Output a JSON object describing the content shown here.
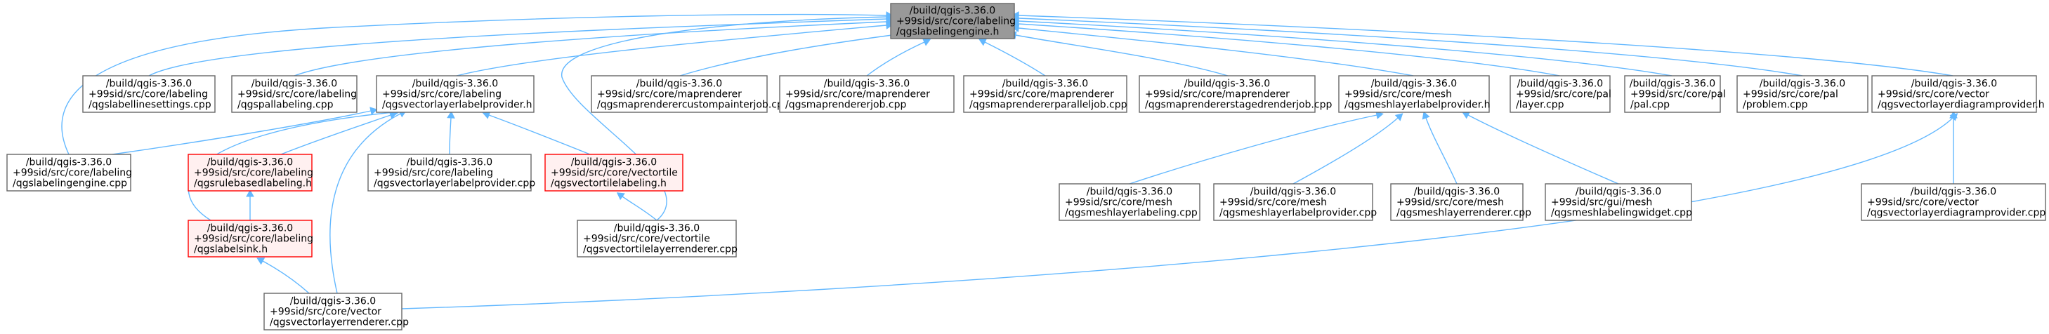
{
  "colors": {
    "root_fill": "#999999",
    "root_border": "#666666",
    "normal_fill": "#ffffff",
    "normal_border": "#666666",
    "highlight_fill": "#fff0f0",
    "highlight_border": "#ff0000",
    "edge": "#63b8ff"
  },
  "nodes": [
    {
      "id": "root",
      "kind": "root",
      "lines": [
        "/build/qgis-3.36.0",
        "+99sid/src/core/labeling",
        "/qgslabelingengine.h"
      ]
    },
    {
      "id": "n_labelinesettings",
      "kind": "normal",
      "lines": [
        "/build/qgis-3.36.0",
        "+99sid/src/core/labeling",
        "/qgslabellinesettings.cpp"
      ]
    },
    {
      "id": "n_pallabeling",
      "kind": "normal",
      "lines": [
        "/build/qgis-3.36.0",
        "+99sid/src/core/labeling",
        "/qgspallabeling.cpp"
      ]
    },
    {
      "id": "n_vlproviderh",
      "kind": "normal",
      "lines": [
        "/build/qgis-3.36.0",
        "+99sid/src/core/labeling",
        "/qgsvectorlayerlabelprovider.h"
      ]
    },
    {
      "id": "n_custompainter",
      "kind": "normal",
      "lines": [
        "/build/qgis-3.36.0",
        "+99sid/src/core/maprenderer",
        "/qgsmaprenderercustompainterjob.cpp"
      ]
    },
    {
      "id": "n_mrjob",
      "kind": "normal",
      "lines": [
        "/build/qgis-3.36.0",
        "+99sid/src/core/maprenderer",
        "/qgsmaprendererjob.cpp"
      ]
    },
    {
      "id": "n_mrparallel",
      "kind": "normal",
      "lines": [
        "/build/qgis-3.36.0",
        "+99sid/src/core/maprenderer",
        "/qgsmaprendererparalleljob.cpp"
      ]
    },
    {
      "id": "n_mrstaged",
      "kind": "normal",
      "lines": [
        "/build/qgis-3.36.0",
        "+99sid/src/core/maprenderer",
        "/qgsmaprendererstagedrenderjob.cpp"
      ]
    },
    {
      "id": "n_meshproviderh",
      "kind": "normal",
      "lines": [
        "/build/qgis-3.36.0",
        "+99sid/src/core/mesh",
        "/qgsmeshlayerlabelprovider.h"
      ]
    },
    {
      "id": "n_pallayer",
      "kind": "normal",
      "lines": [
        "/build/qgis-3.36.0",
        "+99sid/src/core/pal",
        "/layer.cpp"
      ]
    },
    {
      "id": "n_palpal",
      "kind": "normal",
      "lines": [
        "/build/qgis-3.36.0",
        "+99sid/src/core/pal",
        "/pal.cpp"
      ]
    },
    {
      "id": "n_palproblem",
      "kind": "normal",
      "lines": [
        "/build/qgis-3.36.0",
        "+99sid/src/core/pal",
        "/problem.cpp"
      ]
    },
    {
      "id": "n_diagramh",
      "kind": "normal",
      "lines": [
        "/build/qgis-3.36.0",
        "+99sid/src/core/vector",
        "/qgsvectorlayerdiagramprovider.h"
      ]
    },
    {
      "id": "n_lengine_cpp",
      "kind": "normal",
      "lines": [
        "/build/qgis-3.36.0",
        "+99sid/src/core/labeling",
        "/qgslabelingengine.cpp"
      ]
    },
    {
      "id": "n_rulebased",
      "kind": "highlight",
      "lines": [
        "/build/qgis-3.36.0",
        "+99sid/src/core/labeling",
        "/qgsrulebasedlabeling.h"
      ]
    },
    {
      "id": "n_vlprovidercpp",
      "kind": "normal",
      "lines": [
        "/build/qgis-3.36.0",
        "+99sid/src/core/labeling",
        "/qgsvectorlayerlabelprovider.cpp"
      ]
    },
    {
      "id": "n_vtlabeling",
      "kind": "highlight",
      "lines": [
        "/build/qgis-3.36.0",
        "+99sid/src/core/vectortile",
        "/qgsvectortilelabeling.h"
      ]
    },
    {
      "id": "n_labelsink",
      "kind": "highlight",
      "lines": [
        "/build/qgis-3.36.0",
        "+99sid/src/core/labeling",
        "/qgslabelsink.h"
      ]
    },
    {
      "id": "n_vtrenderer",
      "kind": "normal",
      "lines": [
        "/build/qgis-3.36.0",
        "+99sid/src/core/vectortile",
        "/qgsvectortilelayerrenderer.cpp"
      ]
    },
    {
      "id": "n_vlrenderer",
      "kind": "normal",
      "lines": [
        "/build/qgis-3.36.0",
        "+99sid/src/core/vector",
        "/qgsvectorlayerrenderer.cpp"
      ]
    },
    {
      "id": "n_meshlabeling",
      "kind": "normal",
      "lines": [
        "/build/qgis-3.36.0",
        "+99sid/src/core/mesh",
        "/qgsmeshlayerlabeling.cpp"
      ]
    },
    {
      "id": "n_meshprovidercpp",
      "kind": "normal",
      "lines": [
        "/build/qgis-3.36.0",
        "+99sid/src/core/mesh",
        "/qgsmeshlayerlabelprovider.cpp"
      ]
    },
    {
      "id": "n_meshrenderer",
      "kind": "normal",
      "lines": [
        "/build/qgis-3.36.0",
        "+99sid/src/core/mesh",
        "/qgsmeshlayerrenderer.cpp"
      ]
    },
    {
      "id": "n_meshwidget",
      "kind": "normal",
      "lines": [
        "/build/qgis-3.36.0",
        "+99sid/src/gui/mesh",
        "/qgsmeshlabelingwidget.cpp"
      ]
    },
    {
      "id": "n_diagramcpp",
      "kind": "normal",
      "lines": [
        "/build/qgis-3.36.0",
        "+99sid/src/core/vector",
        "/qgsvectorlayerdiagramprovider.cpp"
      ]
    }
  ],
  "edges": [
    {
      "from": "n_labelinesettings",
      "to": "root"
    },
    {
      "from": "n_pallabeling",
      "to": "root"
    },
    {
      "from": "n_vlproviderh",
      "to": "root"
    },
    {
      "from": "n_custompainter",
      "to": "root"
    },
    {
      "from": "n_mrjob",
      "to": "root"
    },
    {
      "from": "n_mrparallel",
      "to": "root"
    },
    {
      "from": "n_mrstaged",
      "to": "root"
    },
    {
      "from": "n_meshproviderh",
      "to": "root"
    },
    {
      "from": "n_pallayer",
      "to": "root"
    },
    {
      "from": "n_palpal",
      "to": "root"
    },
    {
      "from": "n_palproblem",
      "to": "root"
    },
    {
      "from": "n_diagramh",
      "to": "root"
    },
    {
      "from": "n_lengine_cpp",
      "to": "root"
    },
    {
      "from": "n_vtrenderer",
      "to": "root"
    },
    {
      "from": "n_lengine_cpp",
      "to": "n_vlproviderh"
    },
    {
      "from": "n_rulebased",
      "to": "n_vlproviderh"
    },
    {
      "from": "n_vlprovidercpp",
      "to": "n_vlproviderh"
    },
    {
      "from": "n_vtlabeling",
      "to": "n_vlproviderh"
    },
    {
      "from": "n_labelsink",
      "to": "n_vlproviderh"
    },
    {
      "from": "n_vlrenderer",
      "to": "n_vlproviderh"
    },
    {
      "from": "n_labelsink",
      "to": "n_rulebased"
    },
    {
      "from": "n_vtrenderer",
      "to": "n_vtlabeling"
    },
    {
      "from": "n_vlrenderer",
      "to": "n_labelsink"
    },
    {
      "from": "n_meshlabeling",
      "to": "n_meshproviderh"
    },
    {
      "from": "n_meshprovidercpp",
      "to": "n_meshproviderh"
    },
    {
      "from": "n_meshrenderer",
      "to": "n_meshproviderh"
    },
    {
      "from": "n_meshwidget",
      "to": "n_meshproviderh"
    },
    {
      "from": "n_diagramcpp",
      "to": "n_diagramh"
    },
    {
      "from": "n_vlrenderer",
      "to": "n_diagramh"
    }
  ]
}
